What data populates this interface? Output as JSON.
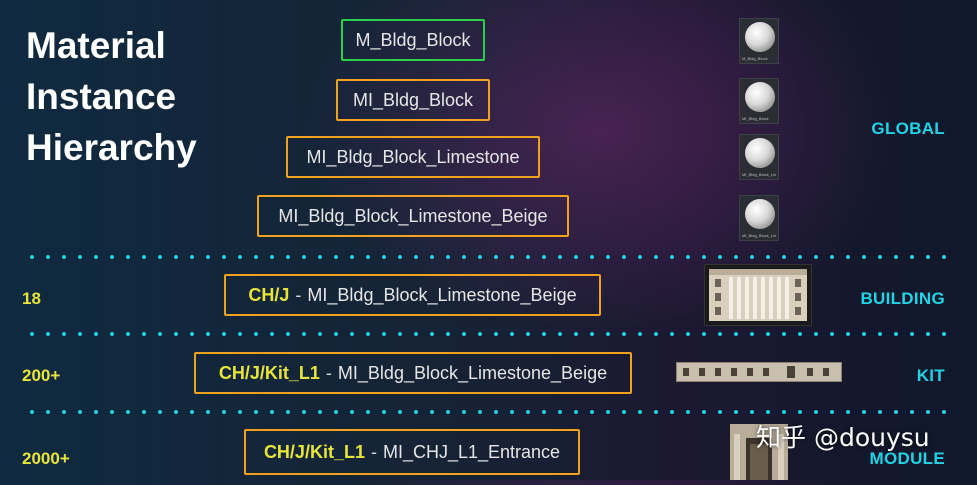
{
  "title": "Material Instance Hierarchy",
  "colors": {
    "master_border": "#2ad04a",
    "instance_border": "#f0a21e",
    "level_label": "#22d3e6",
    "prefix_text": "#e8e43a"
  },
  "global_boxes": [
    {
      "text": "M_Bldg_Block"
    },
    {
      "text": "MI_Bldg_Block"
    },
    {
      "text": "MI_Bldg_Block_Limestone"
    },
    {
      "text": "MI_Bldg_Block_Limestone_Beige"
    }
  ],
  "thumbnails": [
    {
      "icon": "material-sphere-icon",
      "caption": "M_Bldg_Block"
    },
    {
      "icon": "material-sphere-icon",
      "caption": "MI_Bldg_Block"
    },
    {
      "icon": "material-sphere-icon",
      "caption": "MI_Bldg_Block_Limestone"
    },
    {
      "icon": "material-sphere-icon",
      "caption": "MI_Bldg_Block_Limestone_Beige"
    }
  ],
  "rows": [
    {
      "level": "BUILDING",
      "count": "18",
      "prefix": "CH/J",
      "separator": "-",
      "suffix": "MI_Bldg_Block_Limestone_Beige"
    },
    {
      "level": "KIT",
      "count": "200+",
      "prefix": "CH/J/Kit_L1",
      "separator": "-",
      "suffix": "MI_Bldg_Block_Limestone_Beige"
    },
    {
      "level": "MODULE",
      "count": "2000+",
      "prefix": "CH/J/Kit_L1",
      "separator": "-",
      "suffix": "MI_CHJ_L1_Entrance"
    }
  ],
  "global_label": "GLOBAL",
  "watermark": "知乎 @douysu"
}
